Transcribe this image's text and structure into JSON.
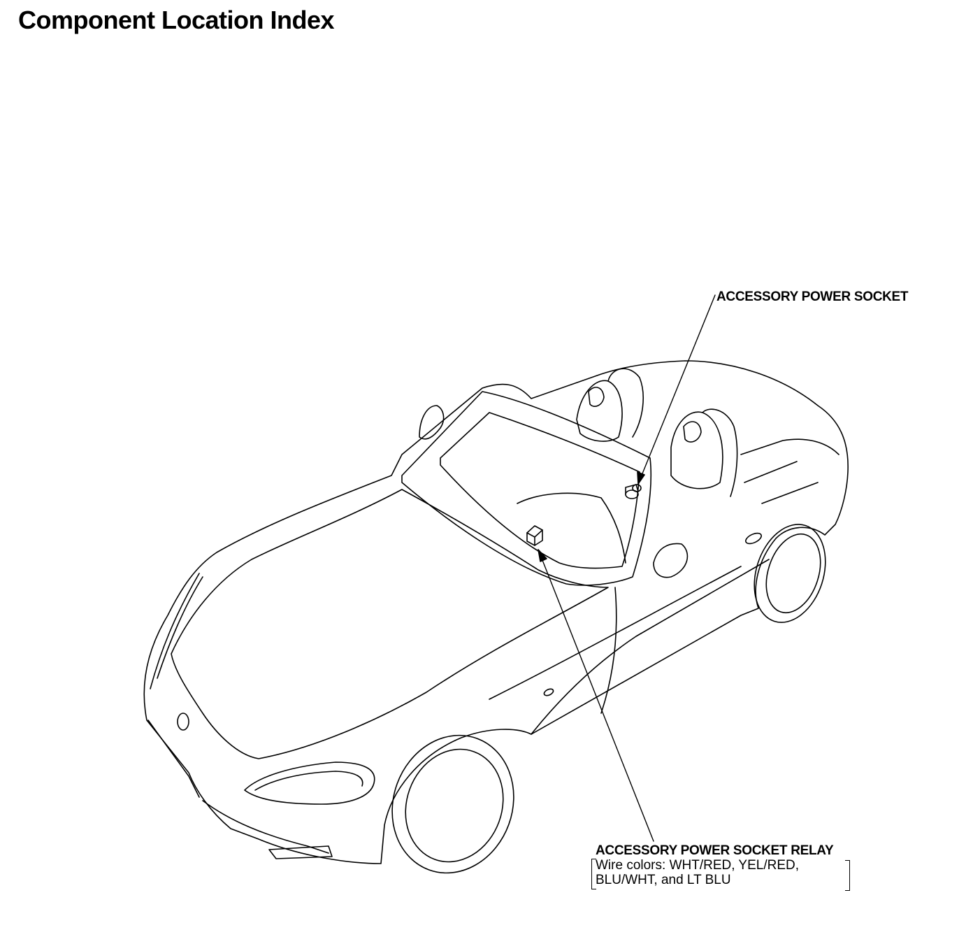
{
  "page": {
    "title": "Component Location Index"
  },
  "callouts": {
    "power_socket": {
      "label": "ACCESSORY POWER SOCKET"
    },
    "socket_relay": {
      "label": "ACCESSORY POWER SOCKET RELAY",
      "note_line1": "Wire colors: WHT/RED, YEL/RED,",
      "note_line2": "BLU/WHT, and LT BLU"
    }
  }
}
